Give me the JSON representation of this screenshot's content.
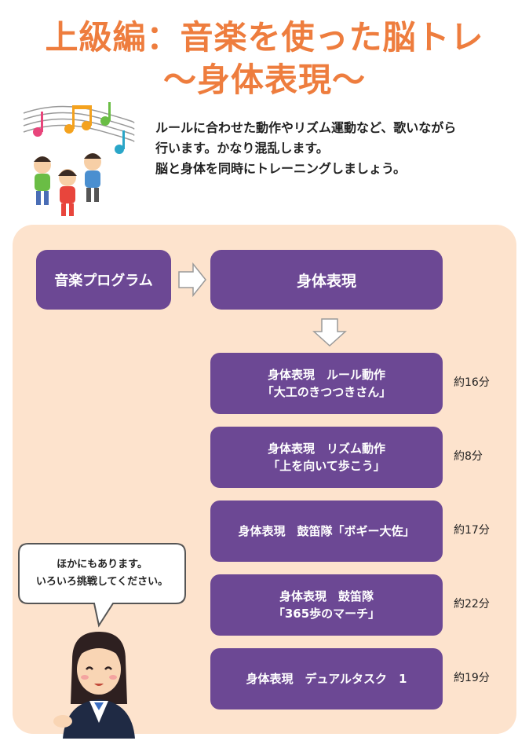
{
  "header": {
    "title_line1": "上級編：音楽を使った脳トレ",
    "title_line2": "〜身体表現〜"
  },
  "intro": {
    "line1": "ルールに合わせた動作やリズム運動など、歌いながら",
    "line2": "行います。かなり混乱します。",
    "line3": "脳と身体を同時にトレーニングしましょう。"
  },
  "flow": {
    "music_program": "音楽プログラム",
    "body_expression": "身体表現"
  },
  "programs": [
    {
      "line1": "身体表現　ルール動作",
      "line2": "「大工のきつつきさん」",
      "duration": "約16分"
    },
    {
      "line1": "身体表現　リズム動作",
      "line2": "「上を向いて歩こう」",
      "duration": "約8分"
    },
    {
      "line1": "身体表現　鼓笛隊「ボギー大佐」",
      "line2": "",
      "duration": "約17分"
    },
    {
      "line1": "身体表現　鼓笛隊",
      "line2": "「365歩のマーチ」",
      "duration": "約22分"
    },
    {
      "line1": "身体表現　デュアルタスク　1",
      "line2": "",
      "duration": "約19分"
    }
  ],
  "speech": {
    "line1": "ほかにもあります。",
    "line2": "いろいろ挑戦してください。"
  },
  "colors": {
    "title": "#ee7d3e",
    "panel": "#fde3cd",
    "button": "#6c4894"
  }
}
